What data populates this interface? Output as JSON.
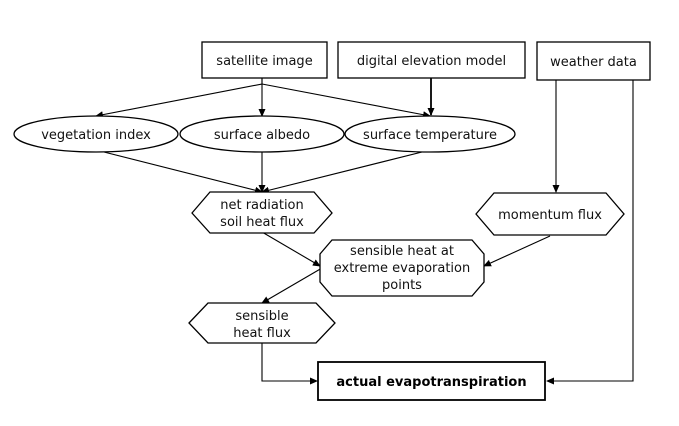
{
  "nodes": {
    "satellite_image": "satellite image",
    "digital_elevation_model": "digital elevation model",
    "weather_data": "weather data",
    "vegetation_index": "vegetation index",
    "surface_albedo": "surface albedo",
    "surface_temperature": "surface temperature",
    "net_radiation": [
      "net radiation",
      "soil heat flux"
    ],
    "momentum_flux": "momentum flux",
    "sensible_heat_extreme": [
      "sensible heat at",
      "extreme evaporation",
      "points"
    ],
    "sensible_heat_flux": [
      "sensible",
      "heat flux"
    ],
    "actual_evapotranspiration": "actual evapotranspiration"
  },
  "colors": {
    "line": "#000000",
    "fill": "#ffffff",
    "text": "#111111"
  }
}
